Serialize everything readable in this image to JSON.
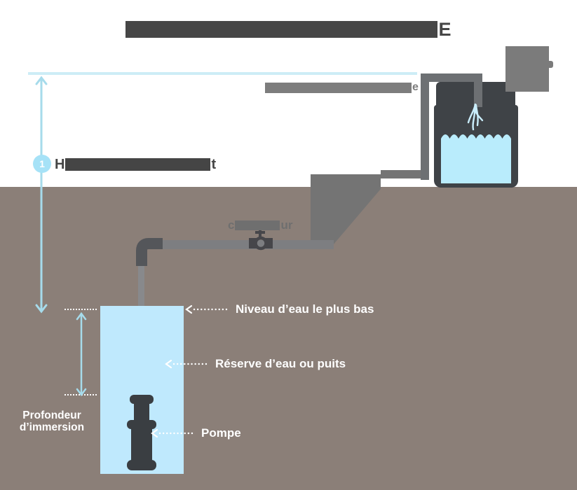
{
  "title": {
    "redacted": true,
    "visible_suffix": "E"
  },
  "callouts": {
    "height_marker": {
      "badge": "1",
      "visible_prefix": "H",
      "visible_suffix": "t",
      "redacted": true
    },
    "discharge_label": {
      "visible_suffix": "e",
      "redacted": true
    },
    "meter_label": {
      "visible_prefix": "c",
      "visible_suffix": "ur",
      "redacted": true
    },
    "lowest_water_level": "Niveau d’eau le plus bas",
    "reservoir": "Réserve d’eau ou puits",
    "pump": "Pompe",
    "immersion_depth": [
      "Profondeur",
      "d’immersion"
    ]
  },
  "palette": {
    "accent_cyan": "#a6dbeb",
    "reference_line_cyan": "#cdedf6",
    "badge_blue": "#a6e2f7",
    "well_water_blue": "#bfe9fd",
    "tank_water_blue": "#b9ecfc",
    "ground_brown_gray": "#8b7f78",
    "dark_charcoal": "#3f4347",
    "structure_gray": "#747474",
    "redaction_dark": "#464646",
    "redaction_gray": "#7d7d7d",
    "label_white": "#ffffff"
  }
}
